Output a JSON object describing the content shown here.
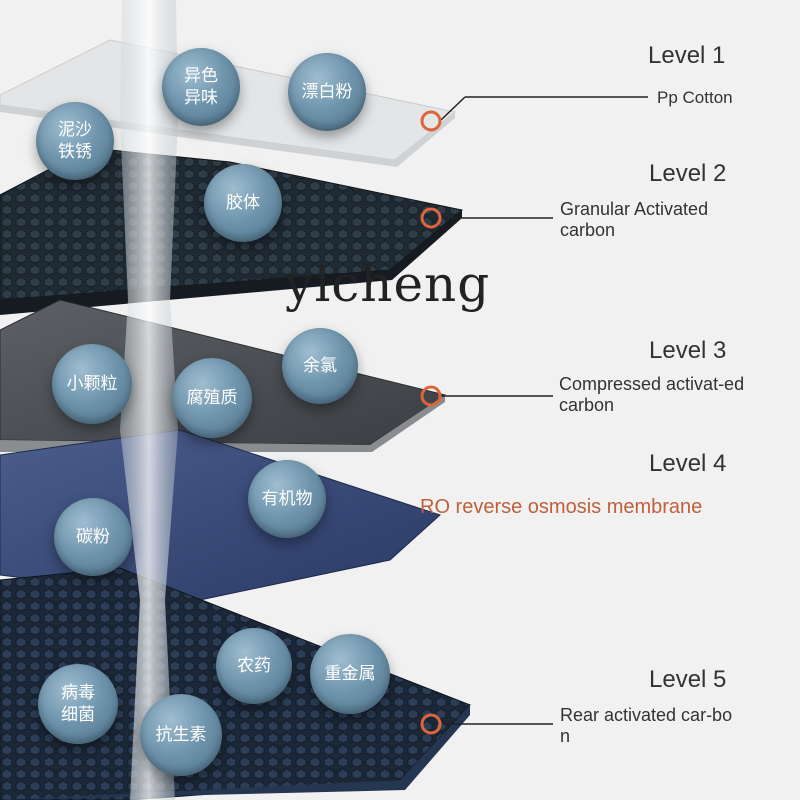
{
  "watermark": "yicheng",
  "accent_color": "#e0643a",
  "levels": [
    {
      "title": "Level 1",
      "description": "Pp Cotton"
    },
    {
      "title": "Level 2",
      "description": "Granular Activated carbon"
    },
    {
      "title": "Level 3",
      "description": "Compressed activat-ed carbon"
    },
    {
      "title": "Level 4",
      "description": "RO reverse osmosis membrane"
    },
    {
      "title": "Level 5",
      "description": "Rear activated car-bon"
    }
  ],
  "impurities": {
    "mud_rust": [
      "泥沙",
      "铁锈"
    ],
    "odor": [
      "异色",
      "异味"
    ],
    "bleach": "漂白粉",
    "colloid": "胶体",
    "small_particles": "小颗粒",
    "humus": "腐殖质",
    "residual_chlorine": "余氯",
    "organics": "有机物",
    "carbon_powder": "碳粉",
    "pesticide": "农药",
    "heavy_metals": "重金属",
    "bacteria": [
      "病毒",
      "细菌"
    ],
    "antibiotics": "抗生素"
  }
}
